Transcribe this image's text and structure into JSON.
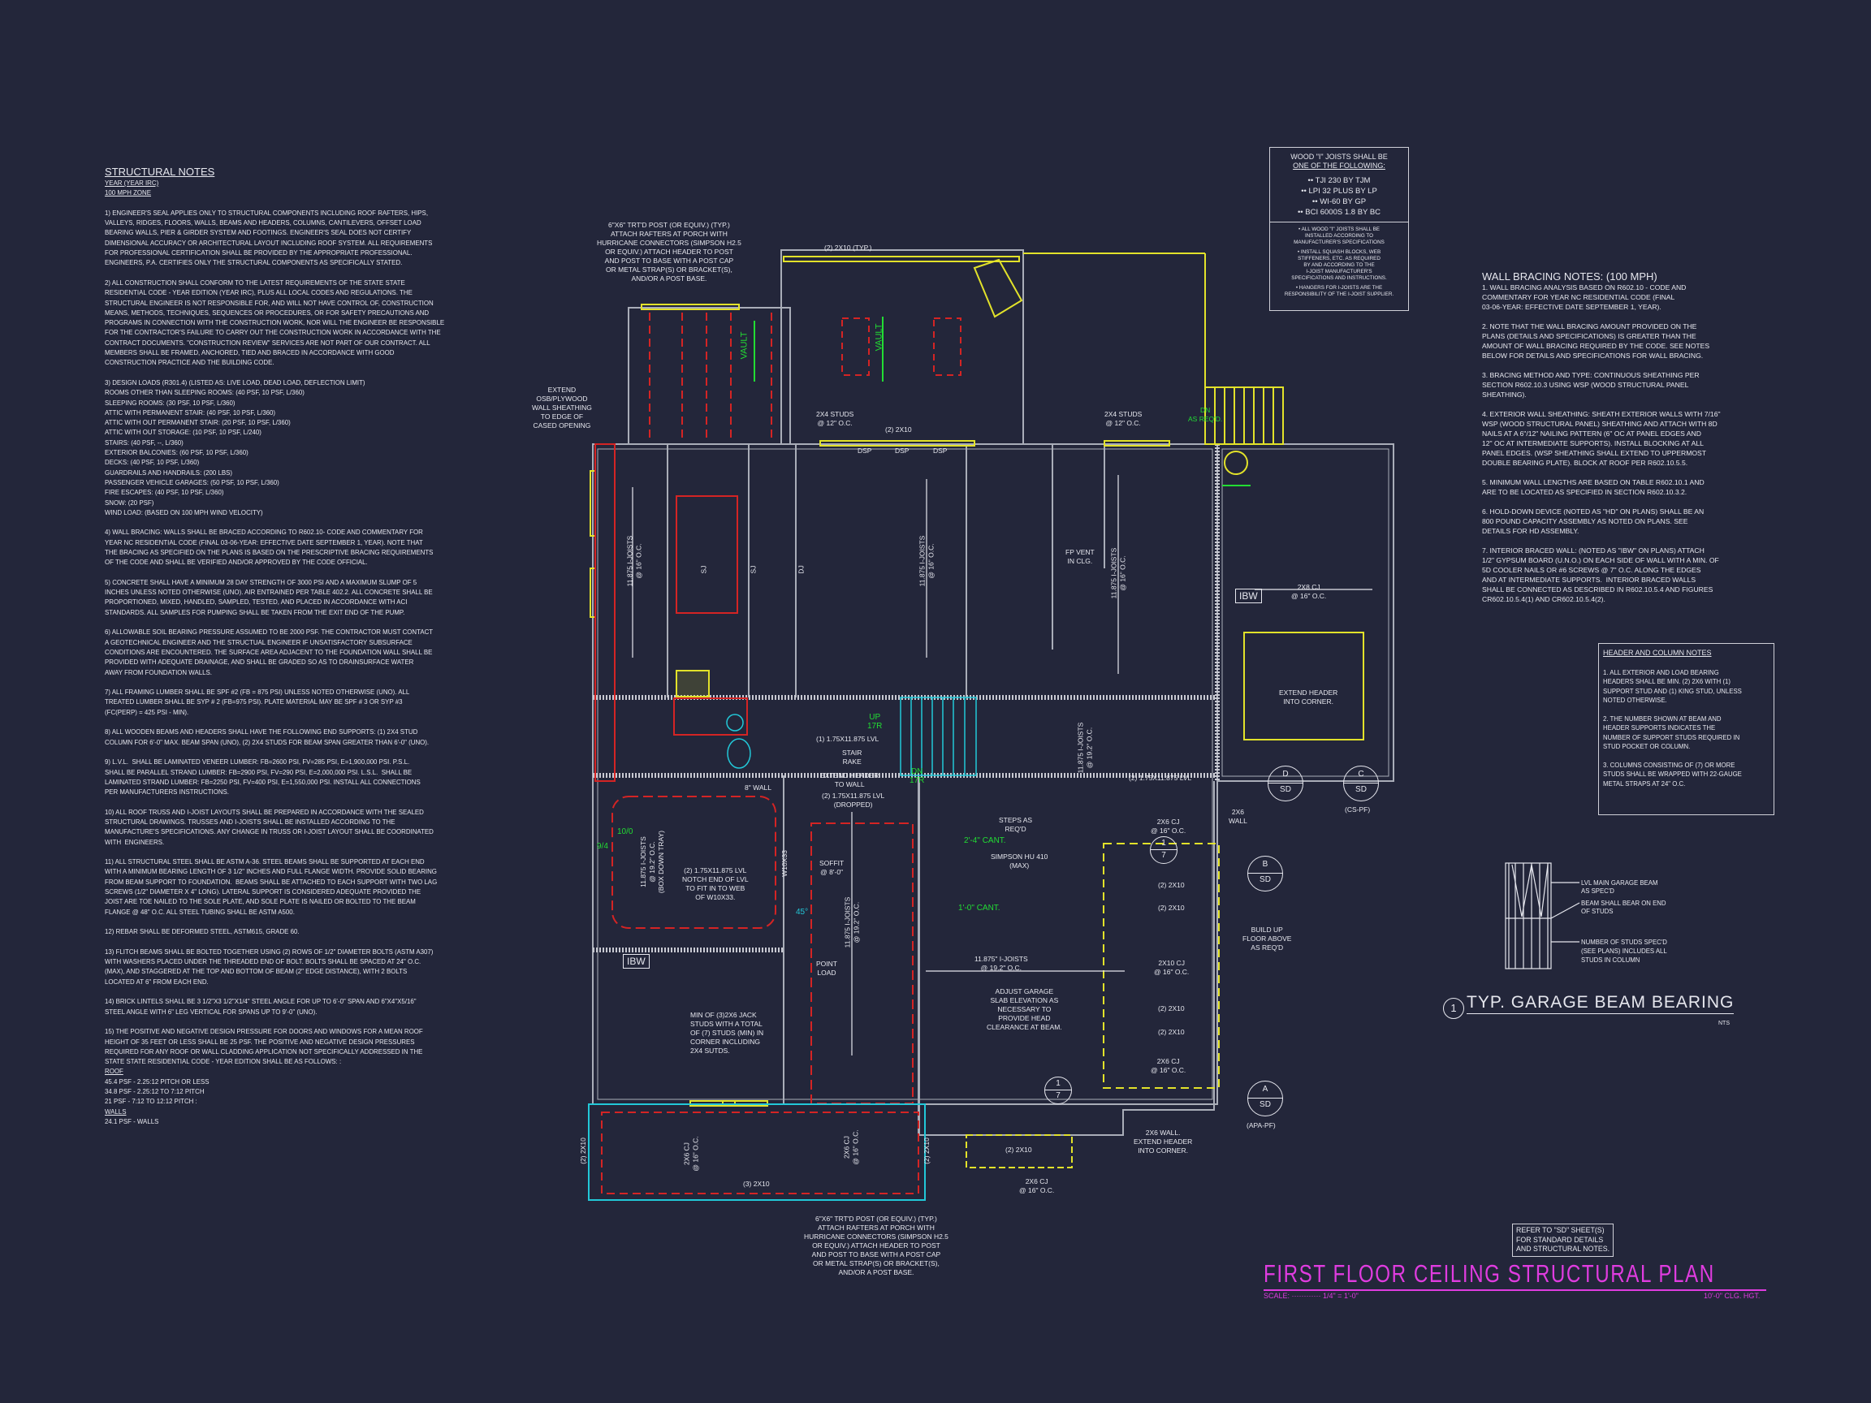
{
  "colors": {
    "background": "#23263a",
    "line": "#e6e7ee",
    "wall": "#a9adb8",
    "yellow": "#e2e22a",
    "red": "#d42424",
    "green": "#22dd33",
    "cyan": "#22c8d8",
    "title": "#e03ce0"
  },
  "structural_notes": {
    "title": "STRUCTURAL NOTES",
    "subtitle1": "YEAR (YEAR IRC)",
    "subtitle2": "100 mph ZONE",
    "n1": "1) ENGINEER'S SEAL APPLIES ONLY TO STRUCTURAL COMPONENTS INCLUDING ROOF RAFTERS, HIPS,\nVALLEYS, RIDGES, FLOORS, WALLS, BEAMS AND HEADERS, COLUMNS, CANTILEVERS, OFFSET LOAD\nBEARING WALLS, PIER & GIRDER SYSTEM AND FOOTINGS. ENGINEER'S SEAL DOES NOT CERTIFY\nDIMENSIONAL ACCURACY OR ARCHITECTURAL LAYOUT INCLUDING ROOF SYSTEM. ALL REQUIREMENTS\nFOR PROFESSIONAL CERTIFICATION SHALL BE PROVIDED BY THE APPROPRIATE PROFESSIONAL.\nENGINEERS, P.A. CERTIFIES ONLY THE STRUCTURAL COMPONENTS AS SPECIFICALLY STATED.",
    "n2": "2) ALL CONSTRUCTION SHALL CONFORM TO THE LATEST REQUIREMENTS OF THE STATE STATE\nRESIDENTIAL CODE - YEAR EDITION (YEAR IRC), PLUS ALL LOCAL CODES AND REGULATIONS. THE\nSTRUCTURAL ENGINEER IS NOT RESPONSIBLE FOR, AND WILL NOT HAVE CONTROL OF, CONSTRUCTION\nMEANS, METHODS, TECHNIQUES, SEQUENCES OR PROCEDURES, OR FOR SAFETY PRECAUTIONS AND\nPROGRAMS IN CONNECTION WITH THE CONSTRUCTION WORK, NOR WILL THE ENGINEER BE RESPONSIBLE\nFOR THE CONTRACTOR'S FAILURE TO CARRY OUT THE CONSTRUCTION WORK IN ACCORDANCE WITH THE\nCONTRACT DOCUMENTS. \"CONSTRUCTION REVIEW\" SERVICES ARE NOT PART OF OUR CONTRACT. ALL\nMEMBERS SHALL BE FRAMED, ANCHORED, TIED AND BRACED IN ACCORDANCE WITH GOOD\nCONSTRUCTION PRACTICE AND THE BUILDING CODE.",
    "n3": "3) DESIGN LOADS (R301.4) (LISTED AS: LIVE LOAD, DEAD LOAD, DEFLECTION LIMIT)\nROOMS OTHER THAN SLEEPING ROOMS: (40 PSF, 10 PSF, L/360)\nSLEEPING ROOMS: (30 PSF, 10 PSF, L/360)\nATTIC WITH PERMANENT STAIR: (40 PSF, 10 PSF, L/360)\nATTIC WITH OUT PERMANENT STAIR: (20 PSF, 10 PSF, L/360)\nATTIC WITH OUT STORAGE: (10 PSF, 10 PSF, L/240)\nSTAIRS: (40 PSF, --, L/360)\nEXTERIOR BALCONIES: (60 PSF, 10 PSF, L/360)\nDECKS: (40 PSF, 10 PSF, L/360)\nGUARDRAILS AND HANDRAILS: (200 LBS)\nPASSENGER VEHICLE GARAGES: (50 PSF, 10 PSF, L/360)\nFIRE ESCAPES: (40 PSF, 10 PSF, L/360)\nSNOW: (20 PSF)\nWIND LOAD: (BASED ON 100 MPH WIND VELOCITY)",
    "n4": "4) WALL BRACING: WALLS SHALL BE BRACED ACCORDING TO R602.10- CODE AND COMMENTARY FOR\nYEAR NC RESIDENTIAL CODE (FINAL 03-06-YEAR: EFFECTIVE DATE SEPTEMBER 1, YEAR). NOTE THAT\nTHE BRACING AS SPECIFIED ON THE PLANS IS BASED ON THE PRESCRIPTIVE BRACING REQUIREMENTS\nOF THE CODE AND SHALL BE VERIFIED AND/OR APPROVED BY THE CODE OFFICIAL.",
    "n5": "5) CONCRETE SHALL HAVE A MINIMUM 28 DAY STRENGTH OF 3000 PSI AND A MAXIMUM SLUMP OF 5\nINCHES UNLESS NOTED OTHERWISE (UNO). AIR ENTRAINED PER TABLE 402.2. ALL CONCRETE SHALL BE\nPROPORTIONED, MIXED, HANDLED, SAMPLED, TESTED, AND PLACED IN ACCORDANCE WITH ACI\nSTANDARDS. ALL SAMPLES FOR PUMPING SHALL BE TAKEN FROM THE EXIT END OF THE PUMP.",
    "n6": "6) ALLOWABLE SOIL BEARING PRESSURE ASSUMED TO BE 2000 PSF. THE CONTRACTOR MUST CONTACT\nA GEOTECHNICAL ENGINEER AND THE STRUCTUAL ENGINEER IF UNSATISFACTORY SUBSURFACE\nCONDITIONS ARE ENCOUNTERED. THE SURFACE AREA ADJACENT TO THE FOUNDATION WALL SHALL BE\nPROVIDED WITH ADEQUATE DRAINAGE, AND SHALL BE GRADED SO AS TO DRAINSURFACE WATER\nAWAY FROM FOUNDATION WALLS.",
    "n7": "7) ALL FRAMING LUMBER SHALL BE SPF #2 (Fb = 875 PSI) UNLESS NOTED OTHERWISE (UNO). ALL\nTREATED LUMBER SHALL BE SYP # 2 (Fb=975 PSI). PLATE MATERIAL MAY BE SPF # 3 OR SYP #3\n(Fc(perp) = 425 PSI - MIN).",
    "n8": "8) ALL WOODEN BEAMS AND HEADERS SHALL HAVE THE FOLLOWING END SUPPORTS: (1) 2x4 STUD\nCOLUMN FOR 6'-0\" MAX. BEAM SPAN (UNO), (2) 2X4 STUDS FOR BEAM SPAN GREATER THAN 6'-0\" (UNO).",
    "n9": "9) L.V.L.  SHALL BE LAMINATED VENEER LUMBER: Fb=2600 PSI, Fv=285 PSI, E=1,900,000 PSI. P.S.L.\nSHALL BE PARALLEL STRAND LUMBER: Fb=2900 PSI, Fv=290 PSI, E=2,000,000 PSI. L.S.L.  SHALL BE\nLAMINATED STRAND LUMBER: Fb=2250 PSI, Fv=400 PSI, E=1,550,000 PSI. INSTALL ALL CONNECTIONS\nPER MANUFACTURERS INSTRUCTIONS.",
    "n10": "10) ALL ROOF TRUSS AND I-JOIST LAYOUTS SHALL BE PREPARED IN ACCORDANCE WITH THE SEALED\nSTRUCTURAL DRAWINGS. TRUSSES AND I-JOISTS SHALL BE INSTALLED ACCORDING TO THE\nMANUFACTURE'S SPECIFICATIONS. ANY CHANGE IN TRUSS OR I-JOIST LAYOUT SHALL BE COORDINATED\nWITH  ENGINEERS.",
    "n11": "11) ALL STRUCTURAL STEEL SHALL BE ASTM A-36. STEEL BEAMS SHALL BE SUPPORTED AT EACH END\nWITH A MINIMUM BEARING LENGTH OF 3 1/2\" INCHES AND FULL FLANGE WIDTH. PROVIDE SOLID BEARING\nFROM BEAM SUPPORT TO FOUNDATION.  BEAMS SHALL BE ATTACHED TO EACH SUPPORT WITH TWO LAG\nSCREWS (1/2\" DIAMETER x 4\" LONG). LATERAL SUPPORT IS CONSIDERED ADEQUATE PROVIDED THE\nJOIST ARE TOE NAILED TO THE SOLE PLATE, AND SOLE PLATE IS NAILED OR BOLTED TO THE BEAM\nFLANGE @ 48\" O.C. ALL STEEL TUBING SHALL BE ASTM A500.",
    "n12": "12) REBAR SHALL BE DEFORMED STEEL, ASTM615, GRADE 60.",
    "n13": "13) FLITCH BEAMS SHALL BE BOLTED TOGETHER USING (2) ROWS OF 1/2\" DIAMETER BOLTS (ASTM A307)\nWITH WASHERS PLACED UNDER THE THREADED END OF BOLT. BOLTS SHALL BE SPACED AT 24\" O.C.\n(MAX), AND STAGGERED AT THE TOP AND BOTTOM OF BEAM (2\" EDGE DISTANCE), WITH 2 BOLTS\nLOCATED AT 6\" FROM EACH END.",
    "n14": "14) BRICK LINTELS SHALL BE 3 1/2\"x3 1/2\"x1/4\" STEEL ANGLE FOR UP TO 6'-0\" SPAN AND 6\"x4\"x5/16\"\nSTEEL ANGLE WITH 6\" LEG VERTICAL FOR SPANS UP TO 9'-0\" (UNO).",
    "n15": "15) THE POSITIVE AND NEGATIVE DESIGN PRESSURE FOR DOORS AND WINDOWS FOR A MEAN ROOF\nHEIGHT OF 35 FEET OR LESS SHALL BE 25 PSF. THE POSITIVE AND NEGATIVE DESIGN PRESSURES\nREQUIRED FOR ANY ROOF OR WALL CLADDING APPLICATION NOT SPECIFICALLY ADDRESSED IN THE\nSTATE STATE RESIDENTIAL CODE - YEAR EDITION SHALL BE AS FOLLOWS: :",
    "roof_head": "ROOF",
    "roof_lines": "45.4 PSF - 2.25:12 PITCH OR LESS\n34.8 PSF - 2.25:12 TO 7:12 PITCH\n21 PSF - 7:12 TO 12:12 PITCH :",
    "walls_head": "WALLS",
    "walls_lines": "24.1 PSF - WALLS"
  },
  "ijoist_box": {
    "heading": "WOOD \"I\" JOISTS SHALL BE",
    "heading2": "ONE OF THE FOLLOWING:",
    "options": "•• TJI 230 BY TJM\n•• LPI 32 PLUS BY LP\n•• WI-60 BY GP\n•• BCI 6000s 1.8 BY BC",
    "b1": "• ALL WOOD \"I\" JOISTS SHALL BE\nINSTALLED ACCORDING TO\nMANUFACTURER'S SPECIFICATIONS",
    "b2": "• INSTALL SQUASH BLOCKS, WEB\nSTIFFENERS, ETC. AS REQUIRED\nBY AND ACCORDING TO THE\nI-JOIST MANUFACTURER'S\nSPECIFICATIONS AND INSTRUCTIONS.",
    "b3": "• HANGERS FOR I-JOISTS ARE THE\nRESPONSIBILITY OF THE I-JOIST SUPPLIER."
  },
  "wall_bracing": {
    "title": "WALL BRACING NOTES: (100 MPH)",
    "n1": "1. WALL BRACING ANALYSIS BASED ON R602.10 - CODE AND\nCOMMENTARY FOR YEAR NC RESIDENTIAL CODE (FINAL\n03-06-YEAR: EFFECTIVE DATE SEPTEMBER 1, YEAR).",
    "n2": "2. NOTE THAT THE WALL BRACING AMOUNT PROVIDED ON THE\nPLANS (DETAILS AND SPECIFICATIONS) IS GREATER THAN THE\nAMOUNT OF WALL BRACING REQUIRED BY THE CODE. SEE NOTES\nBELOW FOR DETAILS AND SPECIFICATIONS FOR WALL BRACING.",
    "n3": "3. BRACING METHOD AND TYPE: CONTINUOUS SHEATHING PER\nSECTION R602.10.3 USING WSP (WOOD STRUCTURAL PANEL\nSHEATHING).",
    "n4": "4. EXTERIOR WALL SHEATHING: SHEATH EXTERIOR WALLS WITH 7/16\"\nWSP (WOOD STRUCTURAL PANEL) SHEATHING AND ATTACH WITH 8d\nNAILS AT A 6\"/12\" NAILING PATTERN (6\" OC AT PANEL EDGES AND\n12\" OC AT INTERMEDIATE SUPPORTS). INSTALL BLOCKING AT ALL\nPANEL EDGES. (WSP SHEATHING SHALL EXTEND TO UPPERMOST\nDOUBLE BEARING PLATE). BLOCK AT ROOF PER R602.10.5.5.",
    "n5": "5. MINIMUM WALL LENGTHS ARE BASED ON TABLE R602.10.1 AND\nARE TO BE LOCATED AS SPECIFIED IN SECTION R602.10.3.2.",
    "n6": "6. HOLD-DOWN DEVICE (NOTED AS \"HD\" ON PLANS) SHALL BE AN\n800 POUND CAPACITY ASSEMBLY AS NOTED ON PLANS. SEE\nDETAILS FOR HD ASSEMBLY.",
    "n7": "7. INTERIOR BRACED WALL: (NOTED AS \"IBW\" ON PLANS) ATTACH\n1/2\" GYPSUM BOARD (U.N.O.) ON EACH SIDE OF WALL WITH A MIN. OF\n5d COOLER NAILS OR #6 SCREWS @ 7\" O.C. ALONG THE EDGES\nAND AT INTERMEDIATE SUPPORTS.  INTERIOR BRACED WALLS\nSHALL BE CONNECTED AS DESCRIBED IN R602.10.5.4 AND FIGURES\nCR602.10.5.4(1) AND CR602.10.5.4(2)."
  },
  "header_notes": {
    "title": "HEADER AND COLUMN NOTES",
    "n1": "1. ALL EXTERIOR AND LOAD BEARING\nHEADERS SHALL BE MIN. (2) 2x6 WITH (1)\nSUPPORT STUD AND (1) KING STUD, UNLESS\nNOTED OTHERWISE.",
    "n2": "2. THE NUMBER SHOWN AT BEAM AND\nHEADER SUPPORTS INDICATES THE\nNUMBER OF SUPPORT STUDS REQUIRED IN\nSTUD POCKET OR COLUMN.",
    "n3": "3. COLUMNS CONSISTING OF (7) OR MORE\nSTUDS SHALL BE WRAPPED WITH 22-GAUGE\nMETAL STRAPS AT 24\" O.C."
  },
  "beam_detail": {
    "label1": "LVL MAIN GARAGE BEAM\nAS SPEC'D",
    "label2": "BEAM SHALL BEAR ON END\nOF STUDS",
    "label3": "NUMBER OF STUDS SPEC'D\n(SEE PLANS) INCLUDES ALL\nSTUDS IN COLUMN",
    "number": "1",
    "title": "TYP. GARAGE BEAM BEARING",
    "scale": "NTS"
  },
  "refer_box": "REFER TO \"SD\" SHEET(S)\nFOR STANDARD DETAILS\nAND STRUCTURAL NOTES.",
  "title_block": {
    "title": "FIRST FLOOR CEILING STRUCTURAL PLAN",
    "scale_label": "SCALE: ············ 1/4\" = 1'-0\"",
    "ceiling_height": "10'-0\" CLG. HGT."
  },
  "plan": {
    "post_callout_top": "6\"x6\" TRT'D POST (OR EQUIV.) (TYP.)\nATTACH RAFTERS AT PORCH WITH\nHURRICANE CONNECTORS (SIMPSON H2.5\nOR EQUIV.) ATTACH HEADER TO POST\nAND POST TO BASE WITH A POST CAP\nOR METAL STRAP(S) OR BRACKET(S),\nAND/OR A POST BASE.",
    "post_callout_bottom": "6\"x6\" TRT'D POST (OR EQUIV.) (TYP.)\nATTACH RAFTERS AT PORCH WITH\nHURRICANE CONNECTORS (SIMPSON H2.5\nOR EQUIV.) ATTACH HEADER TO POST\nAND POST TO BASE WITH A POST CAP\nOR METAL STRAP(S) OR BRACKET(S),\nAND/OR A POST BASE.",
    "header_typ": "(2) 2x10 (TYP.)",
    "vault": "VAULT",
    "extend_osb": "EXTEND\nOSB/PLYWOOD\nWALL SHEATHING\nTO EDGE OF\nCASED OPENING",
    "studs_12": "2x4 STUDS\n@ 12\" O.C.",
    "header_2x10": "(2) 2x10",
    "dsp": "DSP",
    "dn_as_reqd": "DN\nAS REQ'D.",
    "ijoists_16": "11.875 I-JOISTS\n@ 16\" O.C.",
    "sj": "SJ",
    "dj": "DJ",
    "fp_vent": "FP VENT\nIN CLG.",
    "ibw": "IBW",
    "cj_2x8": "2x8 CJ\n@ 16\" O.C.",
    "extend_header_corner": "EXTEND HEADER\nINTO CORNER.",
    "up_17r": "UP\n17R",
    "dn_17r": "DN\n17R",
    "lvl_1": "(1) 1.75x11.875 LVL",
    "stair_rake": "STAIR\nRAKE",
    "extend_header_wall": "EXTEND HEADER\nTO WALL",
    "wall_8": "8\" WALL",
    "lvl_dropped": "(2) 1.75x11.875 LVL\n(DROPPED)",
    "lvl_2": "(2) 1.75x11.875 LVL",
    "ijoists_192": "11.875 I-JOISTS\n@ 19.2\" O.C.",
    "ijoists_tray": "11.875 I-JOISTS\n@ 19.2\" O.C.\n(BOX DOWN TRAY)",
    "wall_2x6": "2x6\nWALL",
    "steps": "STEPS AS\nREQ'D",
    "cant_24": "2'-4\" CANT.",
    "simpson": "SIMPSON HU 410\n(MAX)",
    "cant_10": "1'-0\" CANT.",
    "ijoists_garage": "11.875\" I-JOISTS\n@ 19.2\" O.C.",
    "adjust_slab": "ADJUST GARAGE\nSLAB ELEVATION AS\nNECESSARY TO\nPROVIDE HEAD\nCLEARANCE AT BEAM.",
    "build_up": "BUILD UP\nFLOOR ABOVE\nAS REQ'D",
    "cj_2x6": "2x6 CJ\n@ 16\" O.C.",
    "cj_2x10": "2x10 CJ\n@ 16\" O.C.",
    "wall_extend": "2x6 WALL.\nEXTEND HEADER\nINTO CORNER.",
    "lvl_notch": "(2) 1.75x11.875 LVL\nNOTCH END OF LVL\nTO FIT IN TO WEB\nOF W10X33.",
    "w10x33": "W10X33",
    "soffit": "SOFFIT\n@ 8'-0\"",
    "angle": "45°",
    "point_load": "POINT\nLOAD",
    "jack_studs": "MIN OF (3)2X6 JACK\nSTUDS WITH A TOTAL\nOF (7) STUDS (MIN) IN\nCORNER INCLUDING\n2X4 SUTDS.",
    "door_10_0": "10/0",
    "door_9_4": "9/4",
    "header_3_2x10": "(3) 2x10",
    "sections": [
      {
        "top": "D",
        "bottom": "SD",
        "note": ""
      },
      {
        "top": "C",
        "bottom": "SD",
        "note": "(CS-PF)"
      },
      {
        "top": "B",
        "bottom": "SD",
        "note": ""
      },
      {
        "top": "A",
        "bottom": "SD",
        "note": "(APA-PF)"
      },
      {
        "top": "1",
        "bottom": "7",
        "note": ""
      }
    ]
  }
}
